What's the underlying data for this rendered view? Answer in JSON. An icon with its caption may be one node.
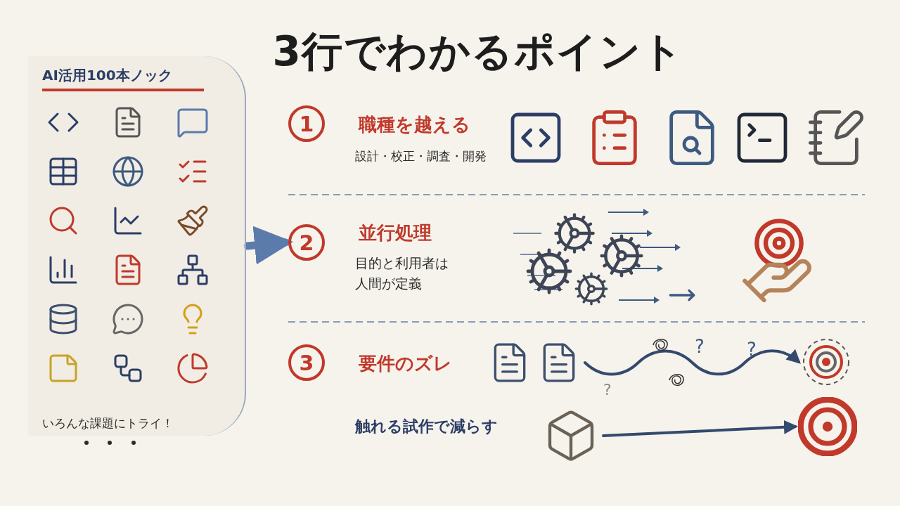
{
  "diagram": {
    "title": "3行でわかるポイント",
    "nodes": [
      {
        "text": [
          "AI活用100本ノック",
          "いろんな課題にトライ！"
        ]
      },
      {
        "text": [
          "1"
        ]
      },
      {
        "text": [
          "2"
        ]
      },
      {
        "text": [
          "3"
        ]
      },
      {
        "text": [],
        "shape": "picture"
      },
      {
        "text": [],
        "shape": "picture"
      },
      {
        "text": [],
        "shape": "picture"
      },
      {
        "text": [],
        "shape": "picture"
      }
    ],
    "edges": [
      {
        "from": 0,
        "to": 2,
        "arrow": "to",
        "style": "thick",
        "color": "#5b7bab"
      },
      {
        "from": 4,
        "to": 5,
        "arrow": "to"
      },
      {
        "from": 6,
        "to": 7,
        "arrow": "to"
      }
    ],
    "labels": [
      "職種を越える",
      "設計・校正・調査・開発",
      "並行処理",
      "目的と利用者は人間が定義",
      "要件のズレ",
      "?",
      "?",
      "?",
      "触れる試作で減らす"
    ]
  }
}
